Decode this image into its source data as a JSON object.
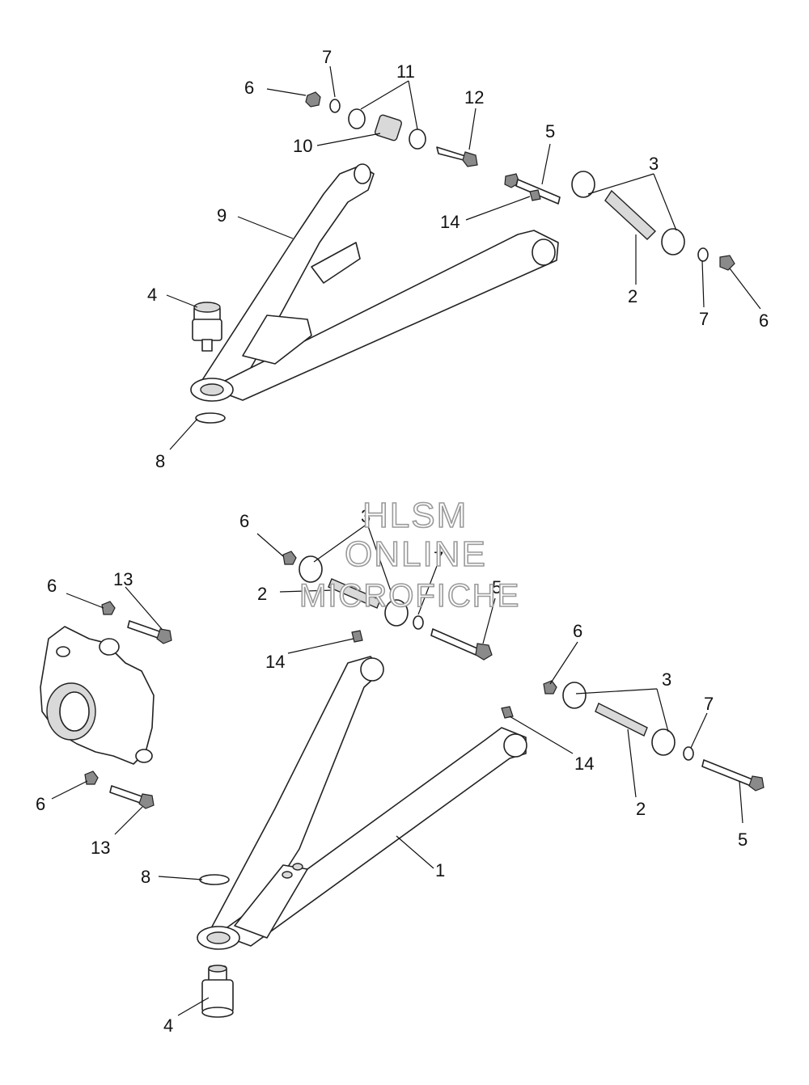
{
  "watermark": {
    "line1": "HLSM",
    "line2": "ONLINE",
    "line3": "MICROFICHE"
  },
  "callouts": {
    "upper": [
      "7",
      "6",
      "11",
      "10",
      "12",
      "5",
      "9",
      "3",
      "14",
      "4",
      "2",
      "7",
      "6",
      "8"
    ],
    "lower": [
      "3",
      "6",
      "7",
      "2",
      "5",
      "6",
      "13",
      "14",
      "6",
      "3",
      "7",
      "14",
      "6",
      "13",
      "2",
      "5",
      "1",
      "8",
      "4"
    ]
  }
}
